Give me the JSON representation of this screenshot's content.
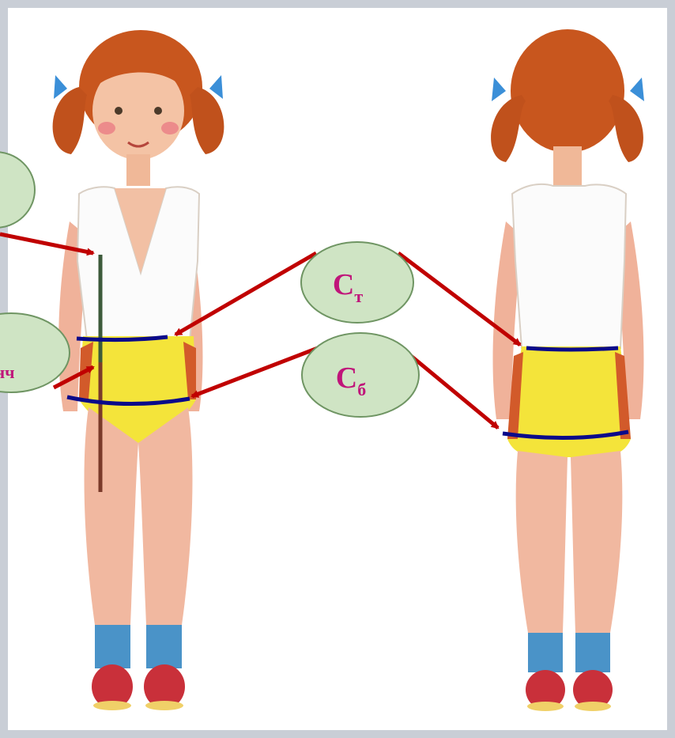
{
  "labels": {
    "ct": {
      "main": "С",
      "sub": "т"
    },
    "cb": {
      "main": "С",
      "sub": "б"
    },
    "left_top": "",
    "left_mid": "нч"
  },
  "colors": {
    "bubble_fill": "#cfe4c4",
    "bubble_stroke": "#6f9563",
    "arrow": "#c00000",
    "measure_line": "#0a0a8a",
    "label": "#c0157a",
    "length_line_top": "#3c5a3a",
    "length_line_bottom": "#7a3a2a"
  }
}
